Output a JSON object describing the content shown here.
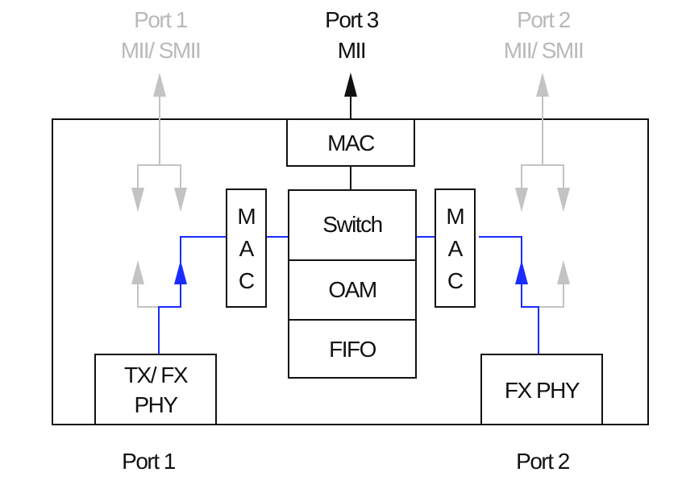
{
  "diagram": {
    "top_labels": {
      "port1": {
        "line1": "Port 1",
        "line2": "MII/ SMII"
      },
      "port3": {
        "line1": "Port 3",
        "line2": "MII"
      },
      "port2": {
        "line1": "Port 2",
        "line2": "MII/ SMII"
      }
    },
    "blocks": {
      "top_mac": "MAC",
      "left_mac": [
        "M",
        "A",
        "C"
      ],
      "right_mac": [
        "M",
        "A",
        "C"
      ],
      "switch": "Switch",
      "oam": "OAM",
      "fifo": "FIFO",
      "left_phy": {
        "line1": "TX/ FX",
        "line2": "PHY"
      },
      "right_phy": "FX PHY"
    },
    "bottom_labels": {
      "port1": "Port 1",
      "port2": "Port 2"
    },
    "colors": {
      "active_path": "#1a2cff",
      "inactive_path": "#c3c3c3",
      "primary": "#111111",
      "inactive_text": "#b9b9b9"
    }
  }
}
